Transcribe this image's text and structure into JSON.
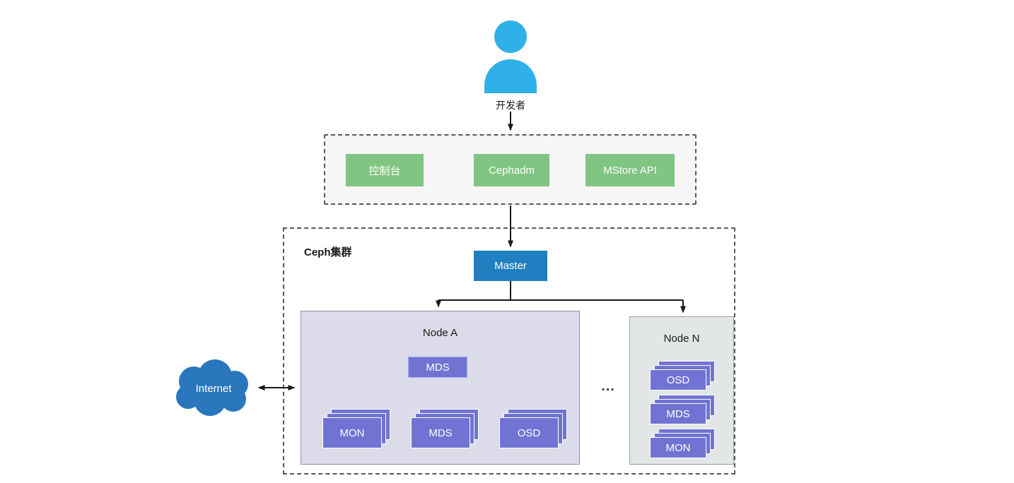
{
  "colors": {
    "actor_blue": "#2fb0e8",
    "tool_green": "#80c582",
    "master_blue": "#1f7fc1",
    "component_purple": "#7173d3",
    "cloud_blue": "#2b77bd",
    "node_a_bg": "#dbdbe9",
    "node_n_bg": "#e2e6e6"
  },
  "actor": {
    "label": "开发者"
  },
  "tools": {
    "items": [
      {
        "label": "控制台"
      },
      {
        "label": "Cephadm"
      },
      {
        "label": "MStore API"
      }
    ]
  },
  "cluster": {
    "title": "Ceph集群",
    "master_label": "Master",
    "ellipsis": "...",
    "node_a": {
      "title": "Node A",
      "single": "MDS",
      "stacks": [
        "MON",
        "MDS",
        "OSD"
      ]
    },
    "node_n": {
      "title": "Node N",
      "stacks": [
        "OSD",
        "MDS",
        "MON"
      ]
    }
  },
  "internet": {
    "label": "Internet"
  }
}
